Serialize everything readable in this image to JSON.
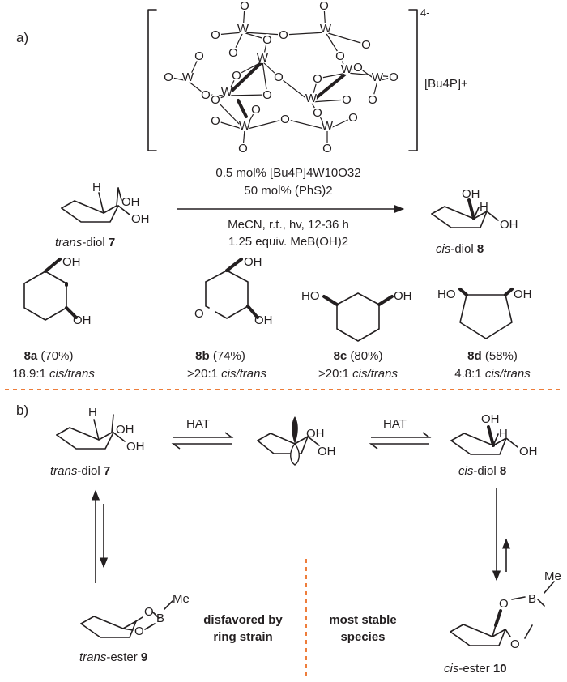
{
  "panel_a": {
    "label": "a)",
    "catalyst": {
      "charge": "4-",
      "counterion": "[Bu4P]+",
      "atom_W": "W",
      "atom_O": "O"
    },
    "conditions": {
      "line1": "0.5 mol% [Bu4P]4W10O32",
      "line2": "50 mol% (PhS)2",
      "line3": "MeCN, r.t., hv, 12-36 h",
      "line4": "1.25 equiv. MeB(OH)2"
    },
    "reactant": {
      "prefix": "trans",
      "name": "-diol",
      "number": "7"
    },
    "product": {
      "prefix": "cis",
      "name": "-diol",
      "number": "8"
    },
    "oh": "OH",
    "ho": "HO",
    "h": "H",
    "ring_o": "O",
    "examples": [
      {
        "id": "8a",
        "yield": "(70%)",
        "ratio": "18.9:1",
        "ratio_label": "cis/trans"
      },
      {
        "id": "8b",
        "yield": "(74%)",
        "ratio": ">20:1",
        "ratio_label": "cis/trans"
      },
      {
        "id": "8c",
        "yield": "(80%)",
        "ratio": ">20:1",
        "ratio_label": "cis/trans"
      },
      {
        "id": "8d",
        "yield": "(58%)",
        "ratio": "4.8:1",
        "ratio_label": "cis/trans"
      }
    ]
  },
  "panel_b": {
    "label": "b)",
    "hat_left": "HAT",
    "hat_right": "HAT",
    "trans_diol": {
      "prefix": "trans",
      "name": "-diol",
      "number": "7"
    },
    "cis_diol": {
      "prefix": "cis",
      "name": "-diol",
      "number": "8"
    },
    "trans_ester": {
      "prefix": "trans",
      "name": "-ester",
      "number": "9"
    },
    "cis_ester": {
      "prefix": "cis",
      "name": "-ester",
      "number": "10"
    },
    "me": "Me",
    "b": "B",
    "o": "O",
    "oh": "OH",
    "h": "H",
    "note_left_1": "disfavored by",
    "note_left_2": "ring strain",
    "note_right_1": "most stable",
    "note_right_2": "species"
  },
  "colors": {
    "divider": "#ee7d3b",
    "ink": "#231f20",
    "note_gray": "#808285"
  }
}
